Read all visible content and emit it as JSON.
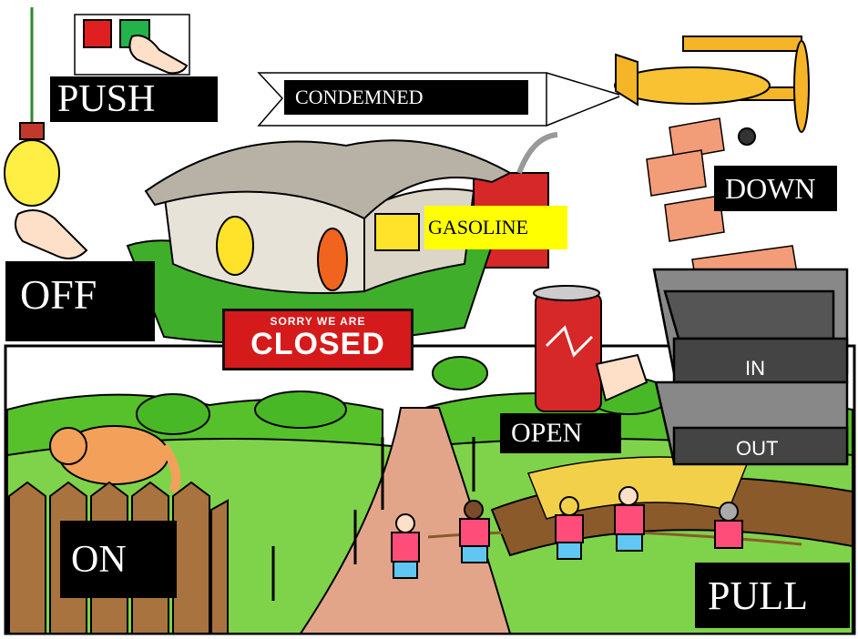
{
  "labels": {
    "push": "PUSH",
    "condemned": "CONDEMNED",
    "down": "DOWN",
    "gasoline": "GASOLINE",
    "off": "OFF",
    "open": "OPEN",
    "on": "ON",
    "pull": "PULL"
  },
  "sign": {
    "top": "SORRY WE ARE",
    "main": "CLOSED"
  },
  "tray": {
    "in": "IN",
    "out": "OUT"
  },
  "colors": {
    "label_bg": "#000000",
    "label_text": "#ffffff",
    "gasoline_bg": "#ffff00",
    "sign_red": "#d41a1a",
    "grass": "#4fc22c",
    "path": "#e3a58a"
  }
}
